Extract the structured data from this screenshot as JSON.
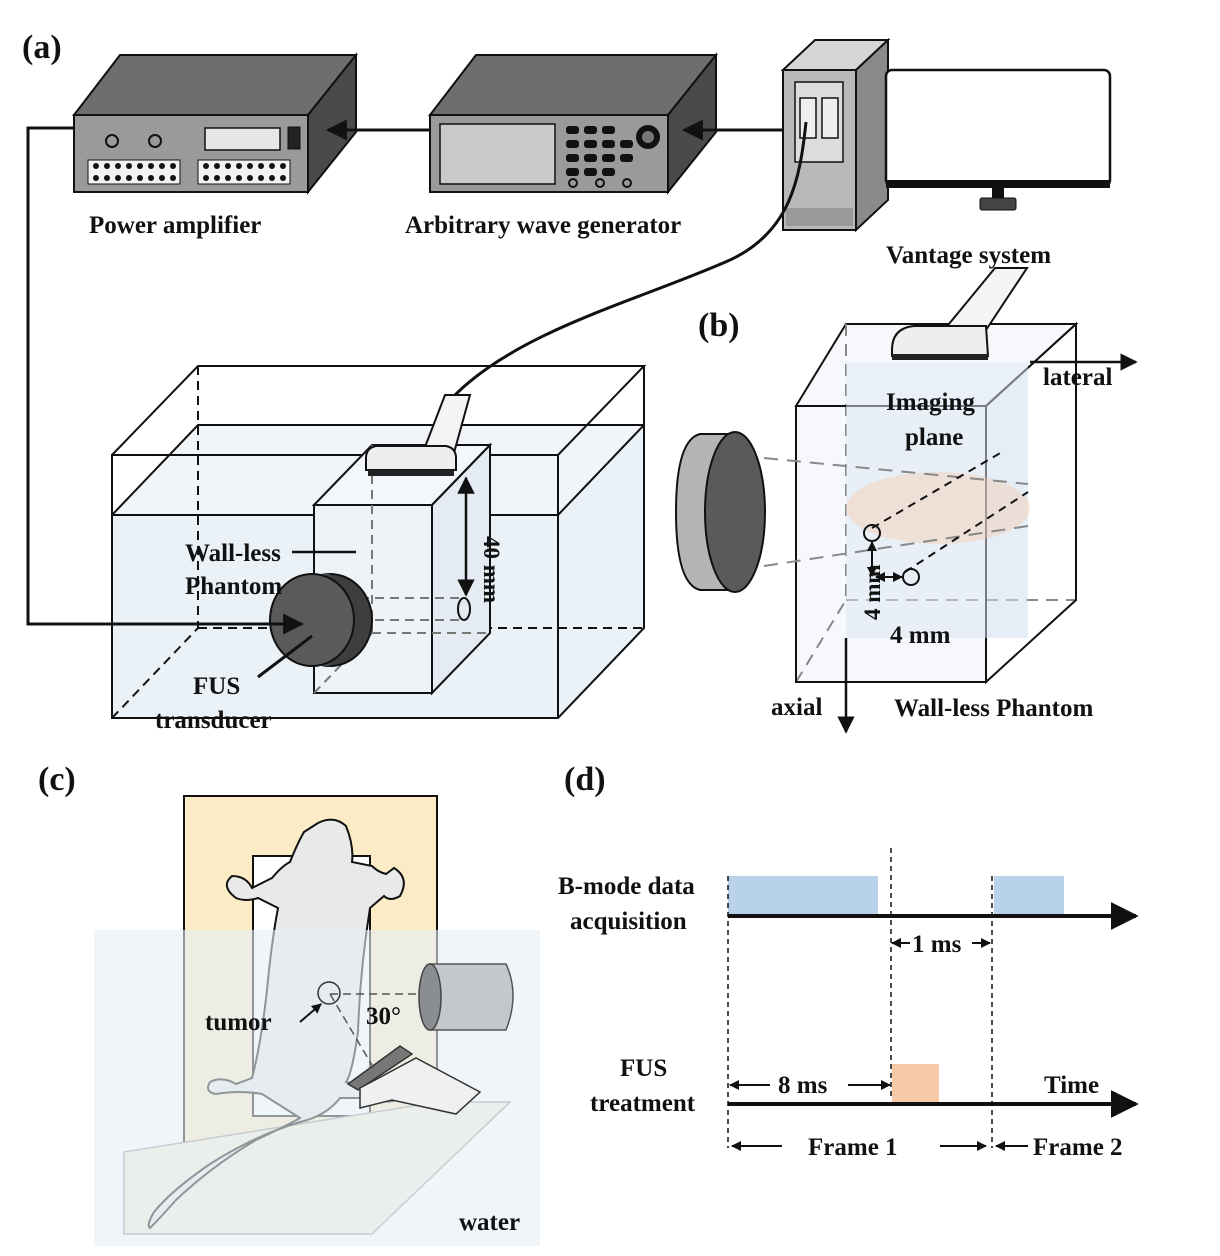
{
  "panels": {
    "a": "(a)",
    "b": "(b)",
    "c": "(c)",
    "d": "(d)"
  },
  "panel_a": {
    "power_amplifier": "Power amplifier",
    "wave_generator": "Arbitrary wave generator",
    "vantage": "Vantage system",
    "phantom_line1": "Wall-less",
    "phantom_line2": "Phantom",
    "fus_line1": "FUS",
    "fus_line2": "transducer",
    "depth": "40 mm"
  },
  "panel_b": {
    "lateral": "lateral",
    "axial": "axial",
    "imaging_line1": "Imaging",
    "imaging_line2": "plane",
    "dim_vertical": "4 mm",
    "dim_horizontal": "4 mm",
    "phantom": "Wall-less Phantom"
  },
  "panel_c": {
    "tumor": "tumor",
    "angle": "30°",
    "water": "water"
  },
  "panel_d": {
    "bmode_line1": "B-mode data",
    "bmode_line2": "acquisition",
    "fus_line1": "FUS",
    "fus_line2": "treatment",
    "gap": "1 ms",
    "pulse": "8 ms",
    "time": "Time",
    "frame1": "Frame 1",
    "frame2": "Frame 2"
  },
  "colors": {
    "water": "#e6eef6",
    "acquisition": "#b8d2ea",
    "treatment": "#f6c9a8",
    "platform": "#fbecc6",
    "device_dark": "#5a5a5a",
    "device_mid": "#8a8a8a"
  }
}
